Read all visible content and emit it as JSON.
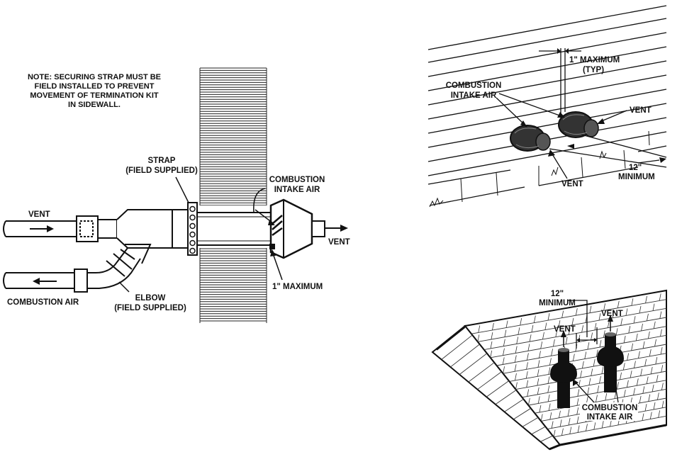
{
  "note": {
    "lines": [
      "NOTE: SECURING STRAP MUST BE",
      "FIELD INSTALLED TO PREVENT",
      "MOVEMENT OF TERMINATION KIT",
      "IN SIDEWALL."
    ]
  },
  "sidewall": {
    "strap_label": [
      "STRAP",
      "(FIELD SUPPLIED)"
    ],
    "intake_label": [
      "COMBUSTION",
      "INTAKE AIR"
    ],
    "vent_in_label": "VENT",
    "vent_out_label": "VENT",
    "combustion_air_label": "COMBUSTION AIR",
    "elbow_label": [
      "ELBOW",
      "(FIELD SUPPLIED)"
    ],
    "max_label": "1\" MAXIMUM"
  },
  "siding": {
    "max_label": [
      "1\" MAXIMUM",
      "(TYP)"
    ],
    "intake_label": [
      "COMBUSTION",
      "INTAKE AIR"
    ],
    "vent_label_top": "VENT",
    "vent_label_bottom": "VENT",
    "min_label": [
      "12\"",
      "MINIMUM"
    ]
  },
  "roof": {
    "min_label": [
      "12\"",
      "MINIMUM"
    ],
    "vent_label_left": "VENT",
    "vent_label_right": "VENT",
    "intake_label": [
      "COMBUSTION",
      "INTAKE AIR"
    ]
  }
}
